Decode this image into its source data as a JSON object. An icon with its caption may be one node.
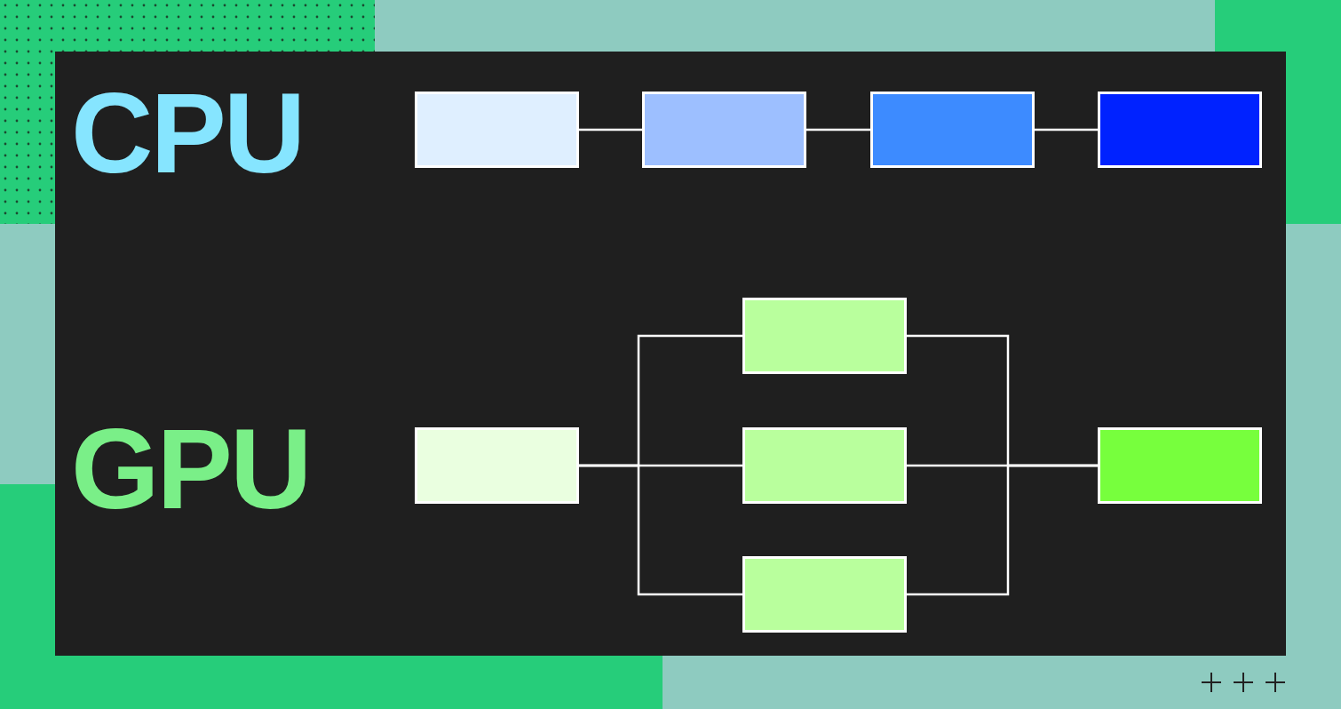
{
  "diagram": {
    "nodes": [
      {
        "text": [],
        "shape": "box"
      },
      {
        "text": [],
        "shape": "box"
      },
      {
        "text": [],
        "shape": "box"
      },
      {
        "text": [],
        "shape": "box"
      },
      {
        "text": [],
        "shape": "box"
      },
      {
        "text": [],
        "shape": "box"
      },
      {
        "text": [],
        "shape": "box"
      },
      {
        "text": [],
        "shape": "box"
      },
      {
        "text": [],
        "shape": "box"
      }
    ],
    "edges": [
      {
        "from": 0,
        "to": 1,
        "arrow": "none"
      },
      {
        "from": 1,
        "to": 2,
        "arrow": "none"
      },
      {
        "from": 2,
        "to": 3,
        "arrow": "none"
      },
      {
        "from": 4,
        "to": 5,
        "arrow": "none"
      },
      {
        "from": 4,
        "to": 6,
        "arrow": "none"
      },
      {
        "from": 4,
        "to": 7,
        "arrow": "none"
      },
      {
        "from": 5,
        "to": 8,
        "arrow": "none"
      },
      {
        "from": 6,
        "to": 8,
        "arrow": "none"
      },
      {
        "from": 7,
        "to": 8,
        "arrow": "none"
      }
    ],
    "labels": [
      "CPU",
      "GPU"
    ]
  }
}
